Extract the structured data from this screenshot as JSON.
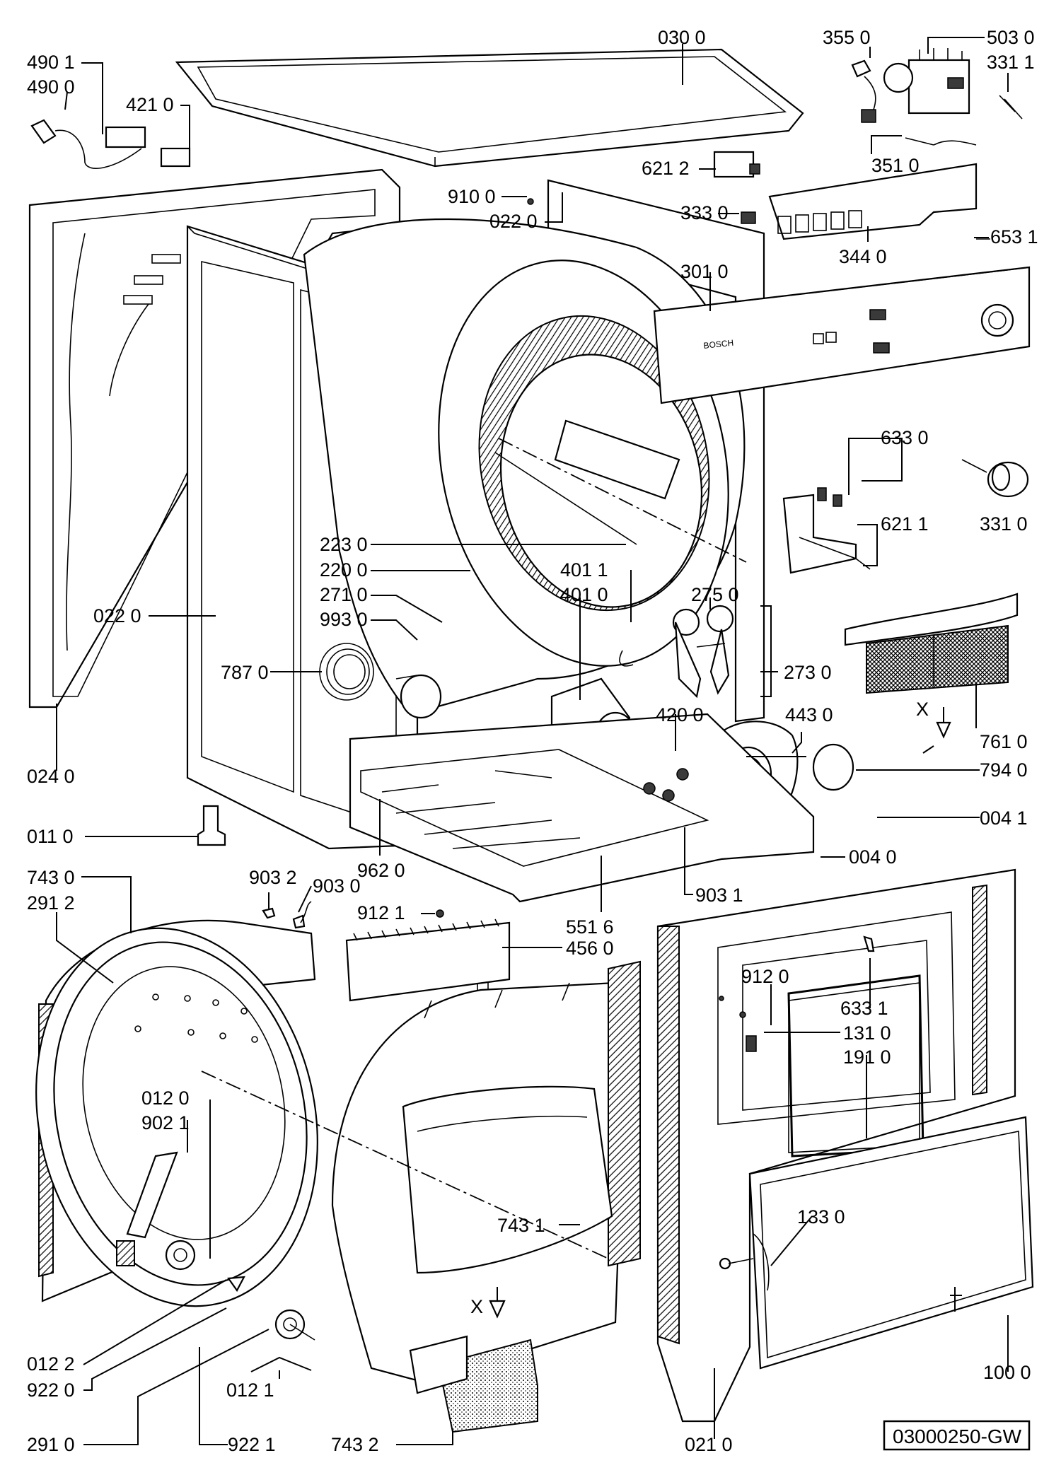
{
  "diagram": {
    "reference_code": "03000250-GW",
    "brand_on_panel": "BOSCH",
    "labels": {
      "l4901": "490 1",
      "l4900": "490 0",
      "l4210": "421 0",
      "l0300": "030 0",
      "l3550": "355 0",
      "l5030": "503 0",
      "l3311": "331 1",
      "l6212": "621 2",
      "l3510": "351 0",
      "l9100": "910 0",
      "l0220a": "022 0",
      "l3330": "333 0",
      "l3440": "344 0",
      "l6531": "653 1",
      "l3010": "301 0",
      "l6330": "633 0",
      "l3310": "331 0",
      "l6211": "621 1",
      "l2230": "223 0",
      "l2200": "220 0",
      "l2710": "271 0",
      "l9930": "993 0",
      "l0220b": "022 0",
      "l4011": "401 1",
      "l4010": "401 0",
      "l2750": "275 0",
      "l2730": "273 0",
      "l7870": "787 0",
      "l4200": "420 0",
      "l4430": "443 0",
      "l7610": "761 0",
      "l7940": "794 0",
      "l0240": "024 0",
      "l0041": "004 1",
      "l0110": "011 0",
      "l0040": "004 0",
      "l9620": "962 0",
      "l9031": "903 1",
      "l7430": "743 0",
      "l9032": "903 2",
      "l9030": "903 0",
      "l9121": "912 1",
      "l2912": "291 2",
      "l5516": "551 6",
      "l4560": "456 0",
      "l9120": "912 0",
      "l6331": "633 1",
      "l1310": "131 0",
      "l1910": "191 0",
      "l0120": "012 0",
      "l9021": "902 1",
      "l7431": "743 1",
      "l1330": "133 0",
      "l0122": "012 2",
      "l9220": "922 0",
      "l0121": "012 1",
      "l2910": "291 0",
      "l9221": "922 1",
      "l7432": "743 2",
      "l0210": "021 0",
      "l1000": "100 0"
    },
    "view_markers": {
      "x_a": "X",
      "x_b": "X"
    }
  }
}
